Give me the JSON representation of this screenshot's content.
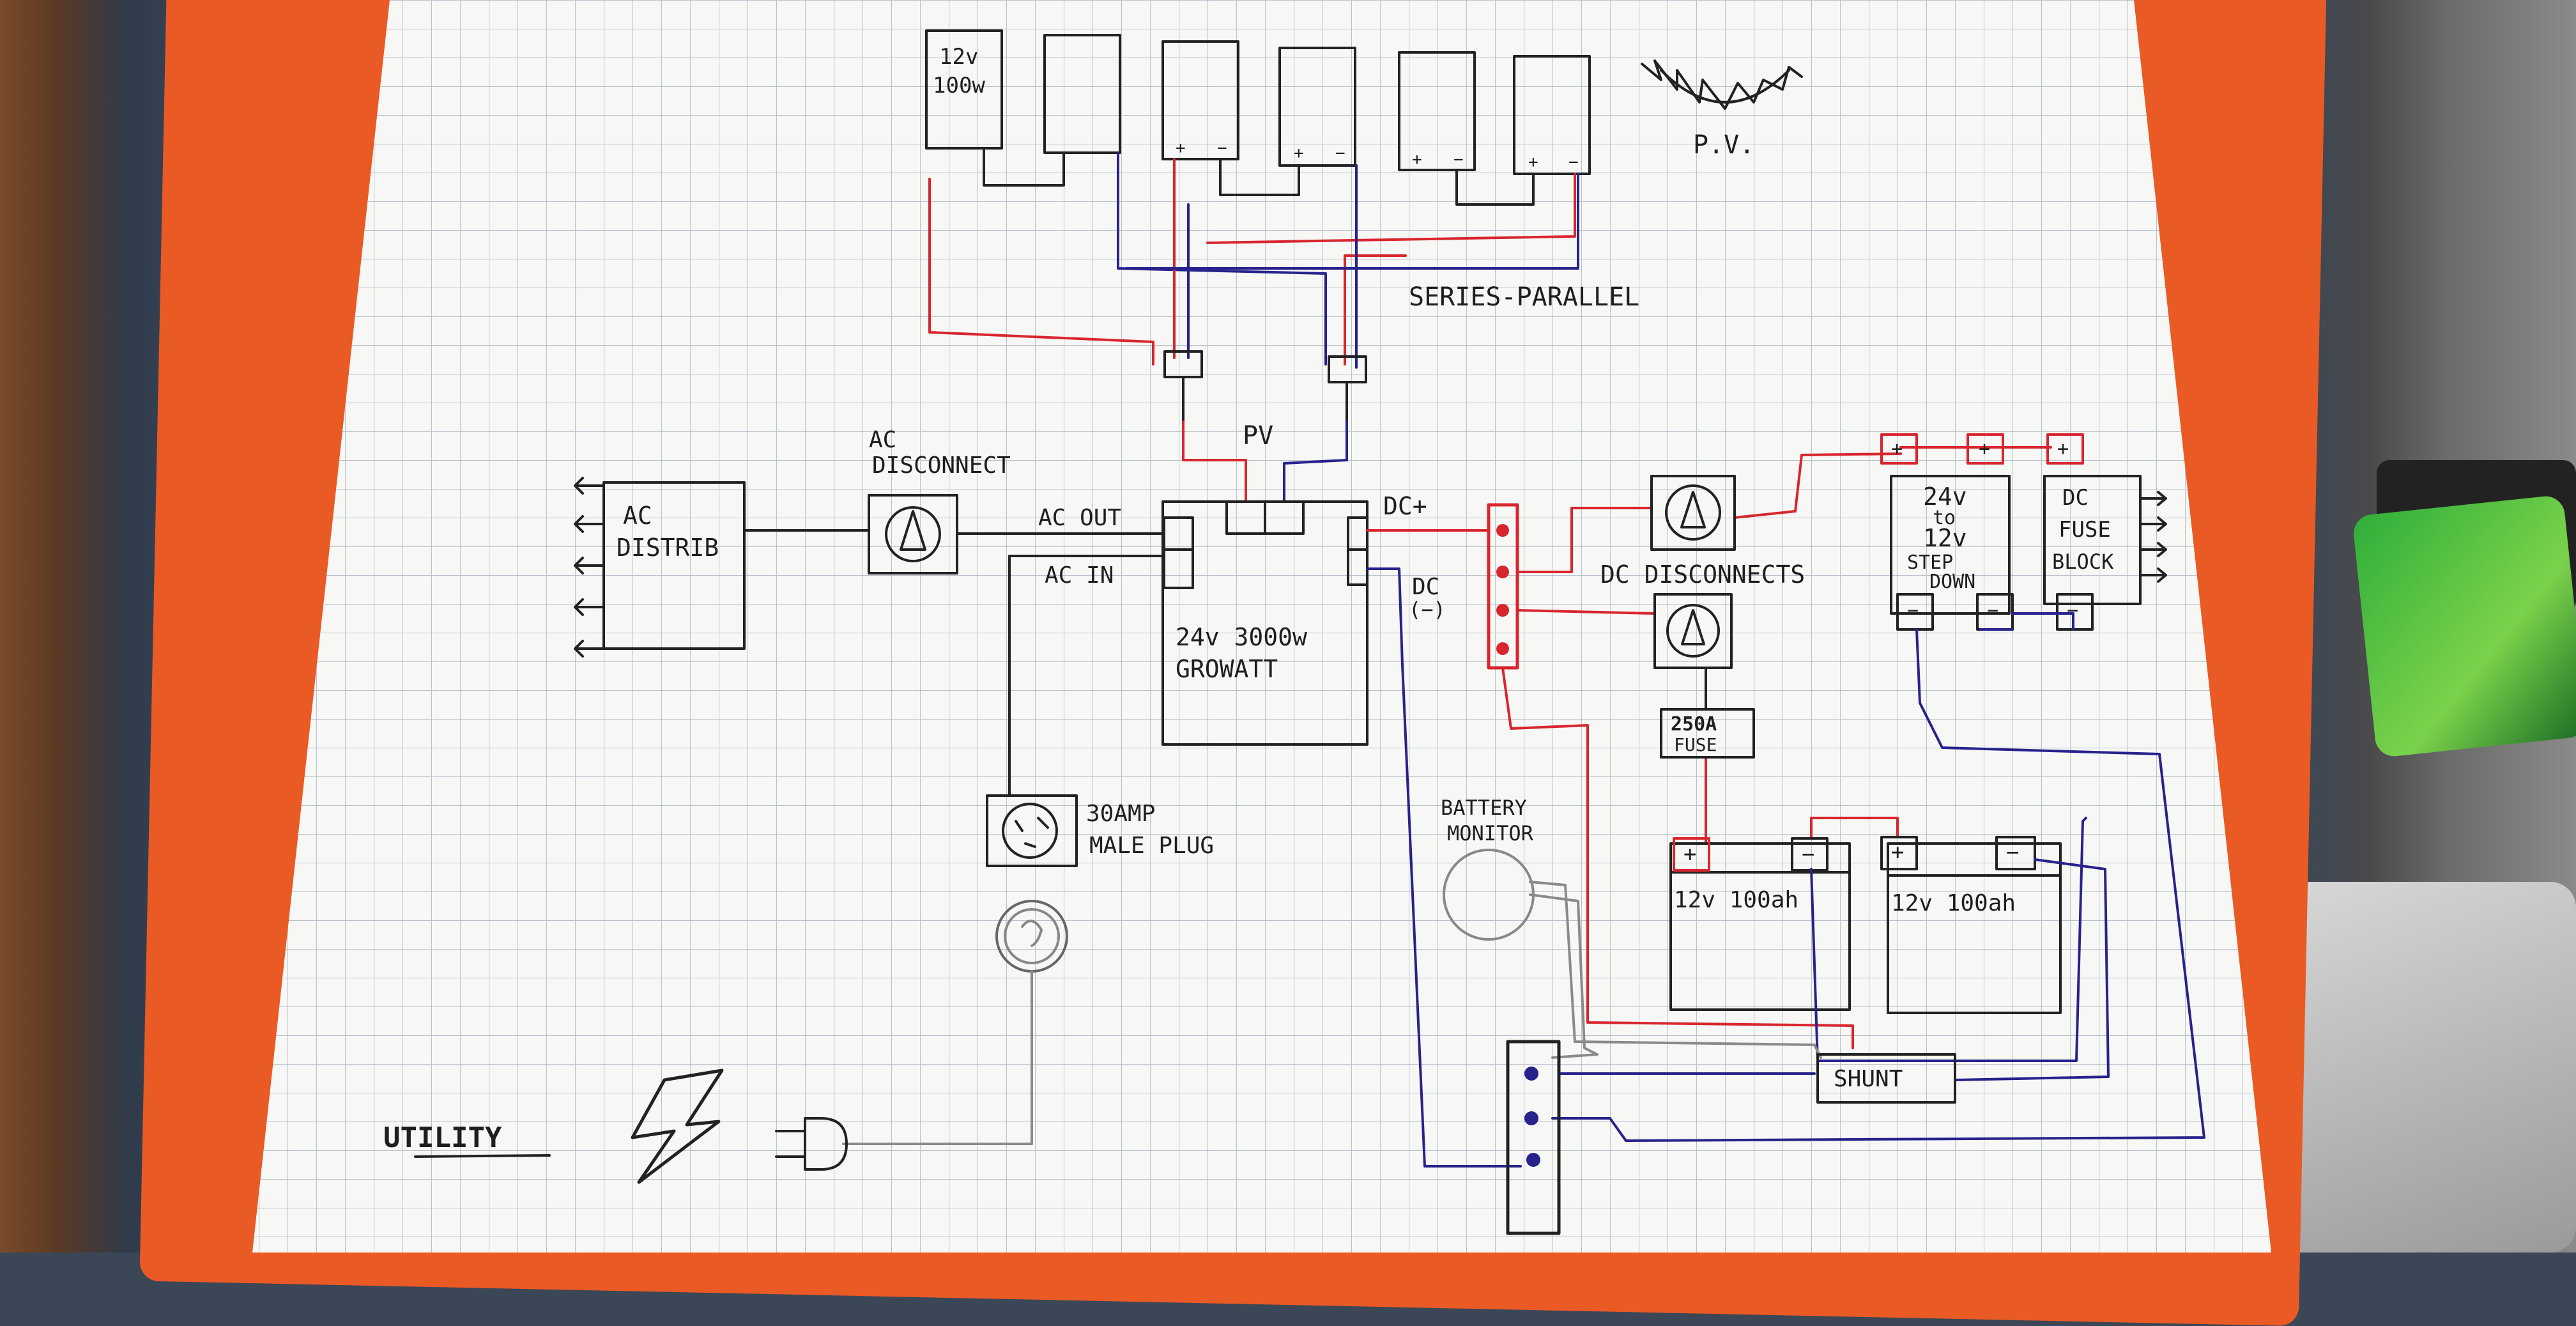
{
  "diagram": {
    "pv_panel_label_line1": "12v",
    "pv_panel_label_line2": "100w",
    "pv_symbol_label": "P.V.",
    "series_parallel_label": "SERIES-PARALLEL",
    "pv_input_label": "PV",
    "ac_distrib_line1": "AC",
    "ac_distrib_line2": "DISTRIB",
    "ac_disconnect_line1": "AC",
    "ac_disconnect_line2": "DISCONNECT",
    "ac_out_label": "AC OUT",
    "ac_in_label": "AC IN",
    "inverter_line1": "24v 3000w",
    "inverter_line2": "GROWATT",
    "dc_plus_label": "DC+",
    "dc_minus_line1": "DC",
    "dc_minus_line2": "(−)",
    "dc_disconnects_label": "DC DISCONNECTS",
    "fuse_line1": "250A",
    "fuse_line2": "FUSE",
    "step_down_line1": "24v",
    "step_down_line2": "to",
    "step_down_line3": "12v",
    "step_down_line4": "STEP",
    "step_down_line5": "DOWN",
    "dc_fuse_line1": "DC",
    "dc_fuse_line2": "FUSE",
    "dc_fuse_line3": "BLOCK",
    "plug_line1": "30AMP",
    "plug_line2": "MALE PLUG",
    "battery_monitor_line1": "BATTERY",
    "battery_monitor_line2": "MONITOR",
    "battery1_label": "12v 100ah",
    "battery2_label": "12v 100ah",
    "shunt_label": "SHUNT",
    "utility_label": "UTILITY",
    "plus_sign": "+",
    "minus_sign": "−"
  },
  "colors": {
    "positive_wire": "#d8262e",
    "negative_wire": "#27228c",
    "ac_wire": "#222222",
    "signal_wire": "#8a8a8a"
  }
}
